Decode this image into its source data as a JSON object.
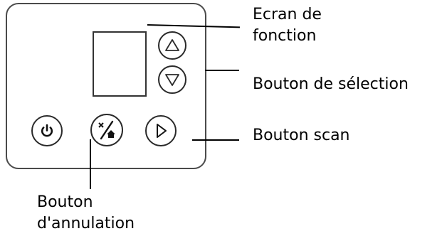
{
  "labels": {
    "function_screen_line1": "Ecran de",
    "function_screen_line2": "fonction",
    "select_button": "Bouton de sélection",
    "scan_button": "Bouton scan",
    "cancel_button_line1": "Bouton",
    "cancel_button_line2": "d'annulation"
  },
  "colors": {
    "outline": "#2a2a2a",
    "text": "#000000"
  }
}
